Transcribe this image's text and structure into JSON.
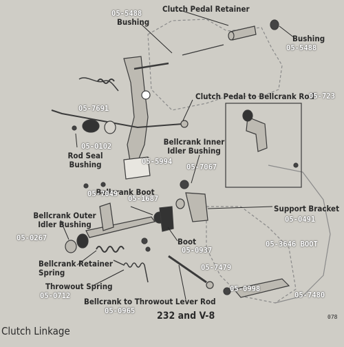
{
  "title": "Clutch Linkage",
  "subtitle": "232 and V-8",
  "page_number": "078",
  "labels": {
    "clutch_pedal_retainer": "Clutch Pedal Retainer",
    "bushing_top_left": "Bushing",
    "bushing_top_right": "Bushing",
    "pedal_to_bellcrank_rod": "Clutch Pedal to Bellcrank Rod",
    "rod_seal_bushing": "Rod Seal Bushing",
    "bellcrank_inner_idler_bushing": "Bellcrank Inner Idler Bushing",
    "bellcrank_boot": "Bellcrank Boot",
    "bellcrank_outer_idler_bushing": "Bellcrank Outer Idler Bushing",
    "support_bracket": "Support Bracket",
    "boot": "Boot",
    "bellcrank_retainer_spring": "Bellcrank Retainer Spring",
    "throwout_spring": "Throwout Spring",
    "bellcrank_to_throwout_lever_rod": "Bellcrank to Throwout Lever Rod"
  },
  "part_numbers": {
    "bushing_top_left": "05-5488",
    "bushing_top_right": "05-5488",
    "pedal_to_bellcrank_rod": "05-723",
    "rod_seal_bushing_a": "05-7691",
    "rod_seal_bushing_b": "05-0102",
    "pedal_pad": "05-5994",
    "inner_idler_bushing": "05-7067",
    "bellcrank_boot_a": "05-7049",
    "bellcrank_boot_b": "05-1687",
    "support_bracket": "05-0491",
    "outer_idler_bushing": "05-0267",
    "boot": "05-0937",
    "boot_right": "05-3646 BOOT",
    "adjusting_nut": "05-7479",
    "clevis": "05-0998",
    "throwout_lever": "05-7480",
    "throwout_spring": "05-0712",
    "throwout_lever_rod": "05-0965"
  }
}
